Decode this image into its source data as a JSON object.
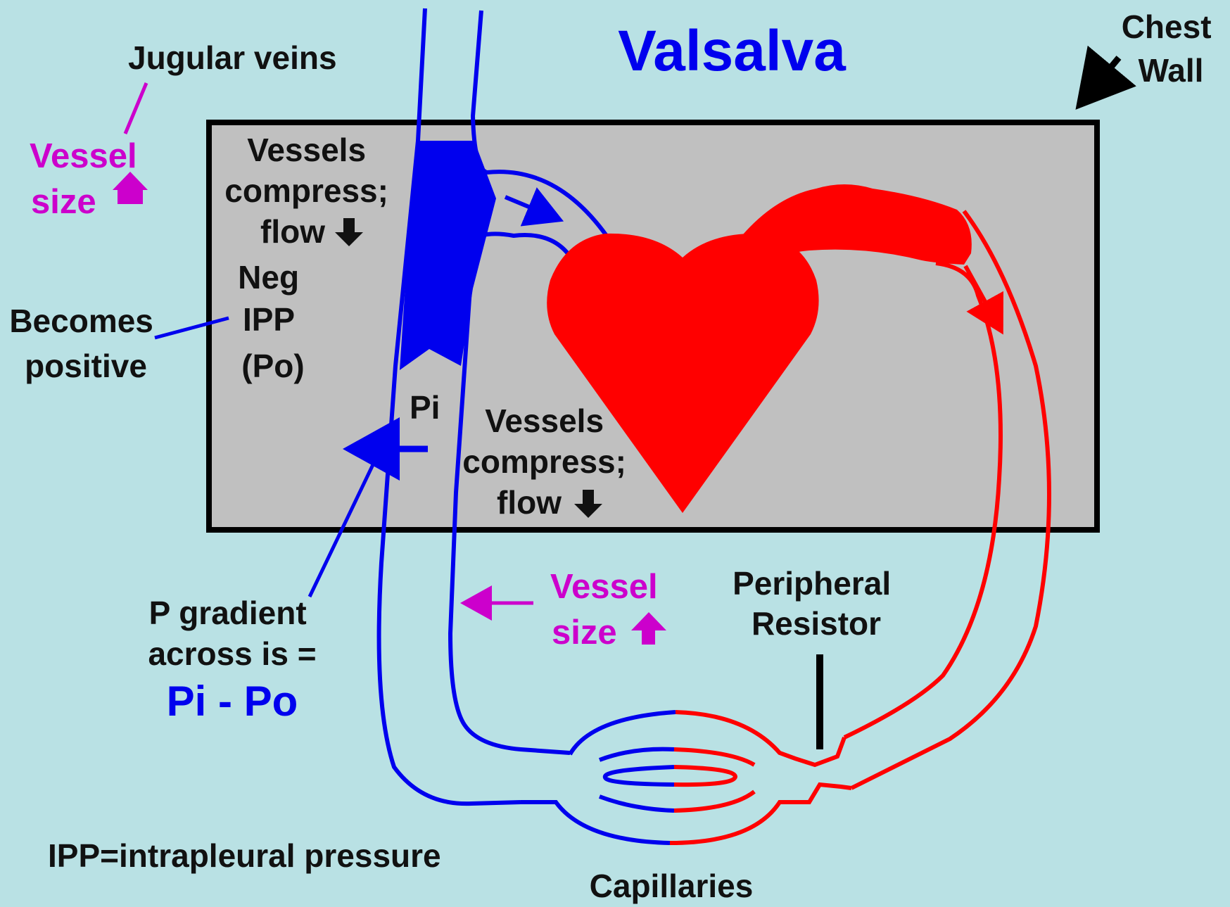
{
  "title": "Valsalva",
  "labels": {
    "chest_wall_line1": "Chest",
    "chest_wall_line2": "Wall",
    "jugular_veins": "Jugular veins",
    "vessel_size_top_line1": "Vessel",
    "vessel_size_top_line2": "size",
    "vessels_compress_top_line1": "Vessels",
    "vessels_compress_top_line2": "compress;",
    "vessels_compress_top_line3": "flow",
    "neg_ipp_line1": "Neg",
    "neg_ipp_line2": "IPP",
    "neg_ipp_line3": "(Po)",
    "becomes_positive_line1": "Becomes",
    "becomes_positive_line2": "positive",
    "pi": "Pi",
    "vessels_compress_bottom_line1": "Vessels",
    "vessels_compress_bottom_line2": "compress;",
    "vessels_compress_bottom_line3": "flow",
    "vessel_size_bottom_line1": "Vessel",
    "vessel_size_bottom_line2": "size",
    "peripheral_resistor_line1": "Peripheral",
    "peripheral_resistor_line2": "Resistor",
    "p_gradient_line1": "P gradient",
    "p_gradient_line2": "across is =",
    "pi_po": "Pi - Po",
    "ipp_definition": "IPP=intrapleural pressure",
    "capillaries": "Capillaries"
  },
  "icons": {
    "up_arrow": "up-arrow-icon",
    "down_arrow": "down-arrow-icon"
  },
  "colors": {
    "background": "#b9e1e4",
    "chest_fill": "#c0c0c0",
    "vein": "#0000ee",
    "artery": "#ff0000",
    "accent": "#cc00cc",
    "text": "#111111"
  }
}
